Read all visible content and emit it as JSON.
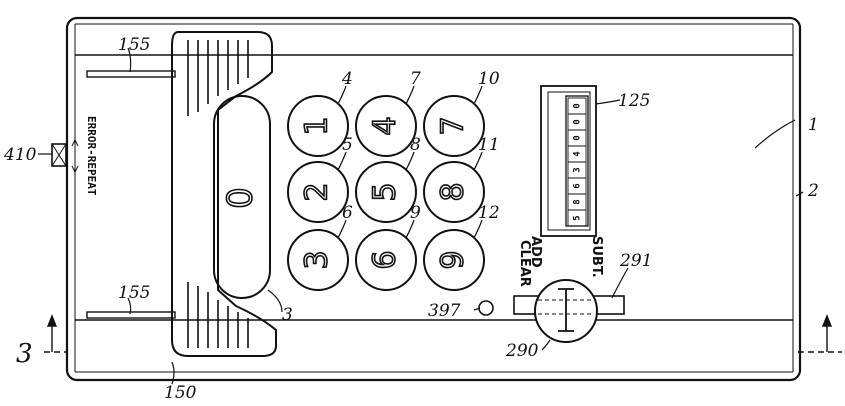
{
  "keys": [
    {
      "digit": "1",
      "ref": "4"
    },
    {
      "digit": "4",
      "ref": "7"
    },
    {
      "digit": "7",
      "ref": "10"
    },
    {
      "digit": "2",
      "ref": "5"
    },
    {
      "digit": "5",
      "ref": "8"
    },
    {
      "digit": "8",
      "ref": "11"
    },
    {
      "digit": "3",
      "ref": "6"
    },
    {
      "digit": "6",
      "ref": "9"
    },
    {
      "digit": "9",
      "ref": "12"
    }
  ],
  "zero_key": {
    "digit": "0",
    "ref": "3"
  },
  "labels": {
    "error_repeat": "ERROR-REPEAT",
    "add": "ADD",
    "subt": "SUBT.",
    "clear": "CLEAR"
  },
  "register": {
    "ref": "125",
    "cells": [
      "0",
      "0",
      "0",
      "4",
      "3",
      "6",
      "8",
      "5"
    ]
  },
  "refs": {
    "housing": "1",
    "edge": "2",
    "rail_top": "155",
    "rail_bottom": "155",
    "bar": "150",
    "switch": "410",
    "button": "397",
    "lever": "290",
    "slot": "291",
    "section_left": "3",
    "section_arrow_left": "3"
  }
}
